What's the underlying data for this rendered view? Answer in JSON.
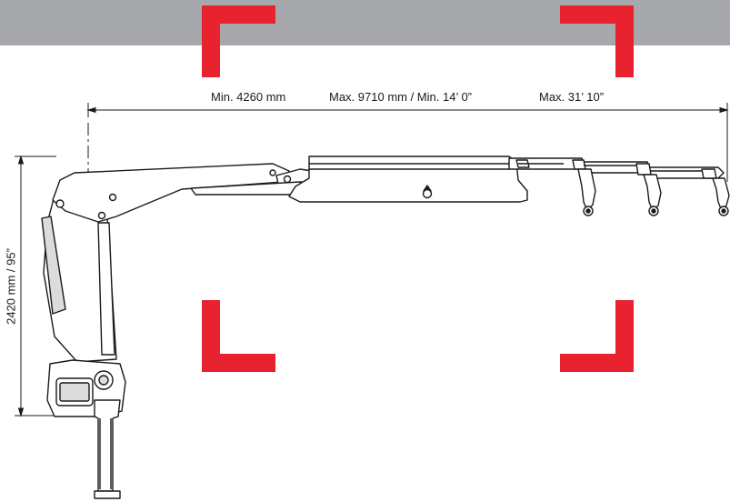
{
  "colors": {
    "header_band": "#a6a8ab",
    "corner_marks": "#e8222e",
    "linework": "#1a1a1a"
  },
  "dimensions": {
    "horizontal_min_mm": "Min. 4260 mm",
    "horizontal_max_mm_min_ft": "Max. 9710 mm / Min. 14’ 0”",
    "horizontal_max_ft": "Max. 31’ 10”",
    "vertical_height": "2420 mm / 95”"
  },
  "icons": {
    "corner_marks": "red-viewfinder-corner-brackets",
    "drawing": "loader-crane-side-view"
  }
}
